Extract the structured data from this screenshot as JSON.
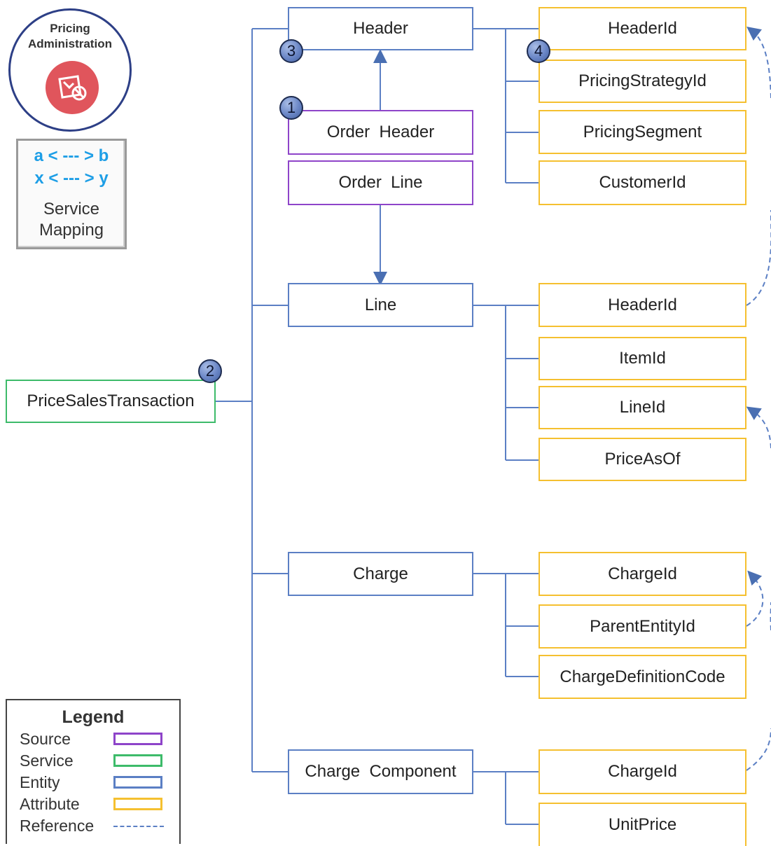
{
  "logo": {
    "line1": "Pricing",
    "line2": "Administration",
    "icon": "pricing-admin-icon",
    "color": "#e0555c"
  },
  "mapping_card": {
    "row1": "a < --- > b",
    "row2": "x < --- > y",
    "line1": "Service",
    "line2": "Mapping"
  },
  "service": {
    "label": "PriceSalesTransaction"
  },
  "entities": {
    "header": "Header",
    "line": "Line",
    "charge": "Charge",
    "charge_component": "Charge  Component"
  },
  "sources": {
    "order_header": "Order  Header",
    "order_line": "Order  Line"
  },
  "attributes": {
    "header": [
      "HeaderId",
      "PricingStrategyId",
      "PricingSegment",
      "CustomerId"
    ],
    "line": [
      "HeaderId",
      "ItemId",
      "LineId",
      "PriceAsOf"
    ],
    "charge": [
      "ChargeId",
      "ParentEntityId",
      "ChargeDefinitionCode"
    ],
    "charge_component": [
      "ChargeId",
      "UnitPrice"
    ]
  },
  "badges": {
    "b1": "1",
    "b2": "2",
    "b3": "3",
    "b4": "4"
  },
  "legend": {
    "title": "Legend",
    "items": [
      {
        "label": "Source",
        "color": "#8e44c9"
      },
      {
        "label": "Service",
        "color": "#3dbb6a"
      },
      {
        "label": "Entity",
        "color": "#5b7fc4"
      },
      {
        "label": "Attribute",
        "color": "#f5c030"
      },
      {
        "label": "Reference",
        "color": "#5b7fc4"
      }
    ]
  },
  "colors": {
    "connector": "#5b7fc4",
    "entity": "#5b7fc4",
    "attribute": "#f5c030",
    "source": "#8e44c9",
    "service": "#3dbb6a"
  }
}
